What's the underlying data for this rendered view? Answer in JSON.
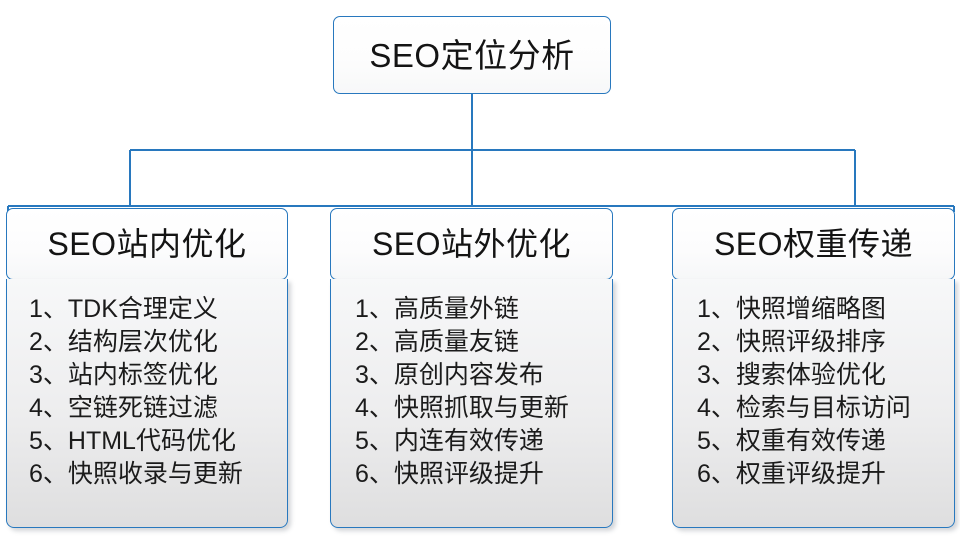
{
  "diagram": {
    "type": "org-chart",
    "root": {
      "label": "SEO定位分析"
    },
    "colors": {
      "border": "#2878be",
      "connector": "#2878be",
      "header_fill": "#ffffff",
      "body_fill": "#ededee",
      "text": "#141414"
    },
    "branches": [
      {
        "header": "SEO站内优化",
        "items": [
          "1、TDK合理定义",
          "2、结构层次优化",
          "3、站内标签优化",
          "4、空链死链过滤",
          "5、HTML代码优化",
          "6、快照收录与更新"
        ]
      },
      {
        "header": "SEO站外优化",
        "items": [
          "1、高质量外链",
          "2、高质量友链",
          "3、原创内容发布",
          "4、快照抓取与更新",
          "5、内连有效传递",
          "6、快照评级提升"
        ]
      },
      {
        "header": "SEO权重传递",
        "items": [
          "1、快照增缩略图",
          "2、快照评级排序",
          "3、搜索体验优化",
          "4、检索与目标访问",
          "5、权重有效传递",
          "6、权重评级提升"
        ]
      }
    ]
  }
}
